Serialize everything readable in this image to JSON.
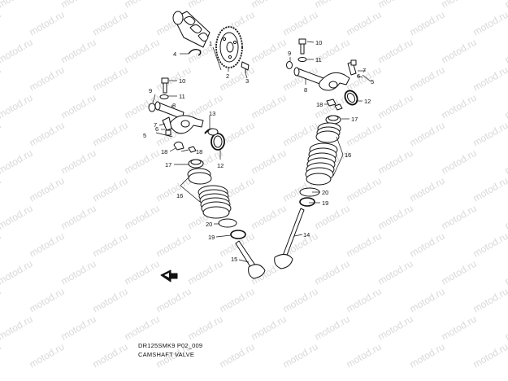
{
  "diagram": {
    "watermark_text": "motod.ru",
    "caption_code": "DR125SMK9 P02_009",
    "caption_title": "CAMSHAFT VALVE",
    "callouts": [
      "1",
      "2",
      "3",
      "4",
      "5",
      "6",
      "7",
      "8",
      "9",
      "10",
      "11",
      "12",
      "13",
      "14",
      "15",
      "16",
      "17",
      "18",
      "19",
      "20"
    ]
  }
}
